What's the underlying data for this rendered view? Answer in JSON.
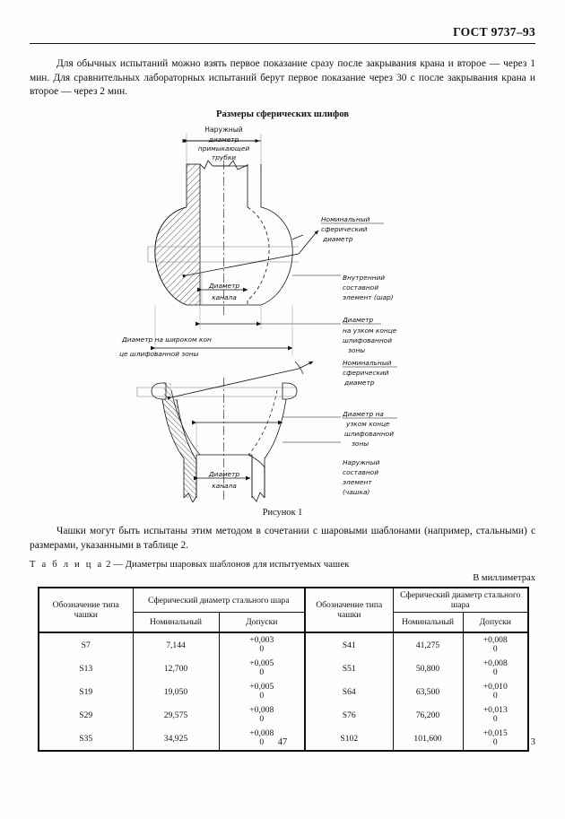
{
  "header": {
    "standard_number": "ГОСТ 9737–93"
  },
  "body": {
    "paragraph_1": "Для обычных испытаний можно взять первое показание сразу после закрывания крана и второе — через 1 мин. Для сравнительных лабораторных испытаний берут первое показание через 30 с после закрывания крана и второе — через 2 мин.",
    "figure_title": "Размеры сферических шлифов",
    "figure_caption": "Рисунок 1",
    "paragraph_2": "Чашки могут быть испытаны этим методом в сочетании с шаровыми шаблонами (например, стальными) с размерами, указанными в таблице 2.",
    "table_title_prefix": "Т а б л и ц а",
    "table_title_rest": "2 — Диаметры шаровых шаблонов для испытуемых чашек",
    "units_note": "В миллиметрах"
  },
  "figure_labels": {
    "outer_tube_diameter": [
      "Наружный",
      "диаметр",
      "примыкающей",
      "трубки"
    ],
    "nominal_spherical_diameter_top": [
      "Номинальный",
      "сферический",
      "диаметр"
    ],
    "channel_diameter_top": [
      "Диаметр",
      "канала"
    ],
    "inner_component_ball": [
      "Внутренний",
      "составной",
      "элемент (шар)"
    ],
    "narrow_end_diameter_top": [
      "Диаметр",
      "на узком конце",
      "шлифованной",
      "зоны"
    ],
    "wide_end_diameter": [
      "Диаметр на широком кон",
      "це шлифованной   зоны"
    ],
    "nominal_spherical_diameter_bottom": [
      "Номинальный",
      "сферический",
      "диаметр"
    ],
    "narrow_end_diameter_bottom": [
      "Диаметр на",
      "узком конце",
      "шлифованной",
      "зоны"
    ],
    "outer_component_cup": [
      "Наружный",
      "составной",
      "элемент",
      "(чашка)"
    ],
    "channel_diameter_bottom": [
      "Диаметр",
      "канала"
    ]
  },
  "table": {
    "headers": {
      "cup_type_1": "Обозначение типа чашки",
      "sphere_diameter_1": "Сферический диаметр стального шара",
      "cup_type_2": "Обозначение типа чашки",
      "sphere_diameter_2": "Сферический диаметр стального шара",
      "nominal_1": "Номинальный",
      "tolerance_1": "Допуски",
      "nominal_2": "Номинальный",
      "tolerance_2": "Допуски"
    },
    "rows": [
      {
        "type_l": "S7",
        "nom_l": "7,144",
        "tol_l": "+0,003",
        "tol_l_z": "0",
        "type_r": "S41",
        "nom_r": "41,275",
        "tol_r": "+0,008",
        "tol_r_z": "0"
      },
      {
        "type_l": "S13",
        "nom_l": "12,700",
        "tol_l": "+0,005",
        "tol_l_z": "0",
        "type_r": "S51",
        "nom_r": "50,800",
        "tol_r": "+0,008",
        "tol_r_z": "0"
      },
      {
        "type_l": "S19",
        "nom_l": "19,050",
        "tol_l": "+0,005",
        "tol_l_z": "0",
        "type_r": "S64",
        "nom_r": "63,500",
        "tol_r": "+0,010",
        "tol_r_z": "0"
      },
      {
        "type_l": "S29",
        "nom_l": "29,575",
        "tol_l": "+0,008",
        "tol_l_z": "0",
        "type_r": "S76",
        "nom_r": "76,200",
        "tol_r": "+0,013",
        "tol_r_z": "0"
      },
      {
        "type_l": "S35",
        "nom_l": "34,925",
        "tol_l": "+0,008",
        "tol_l_z": "0",
        "type_r": "S102",
        "nom_r": "101,600",
        "tol_r": "+0,015",
        "tol_r_z": "0"
      }
    ]
  },
  "footer": {
    "page_number_center": "47",
    "page_number_right": "3"
  },
  "colors": {
    "ink": "#111111",
    "paper": "#fdfdfb"
  }
}
